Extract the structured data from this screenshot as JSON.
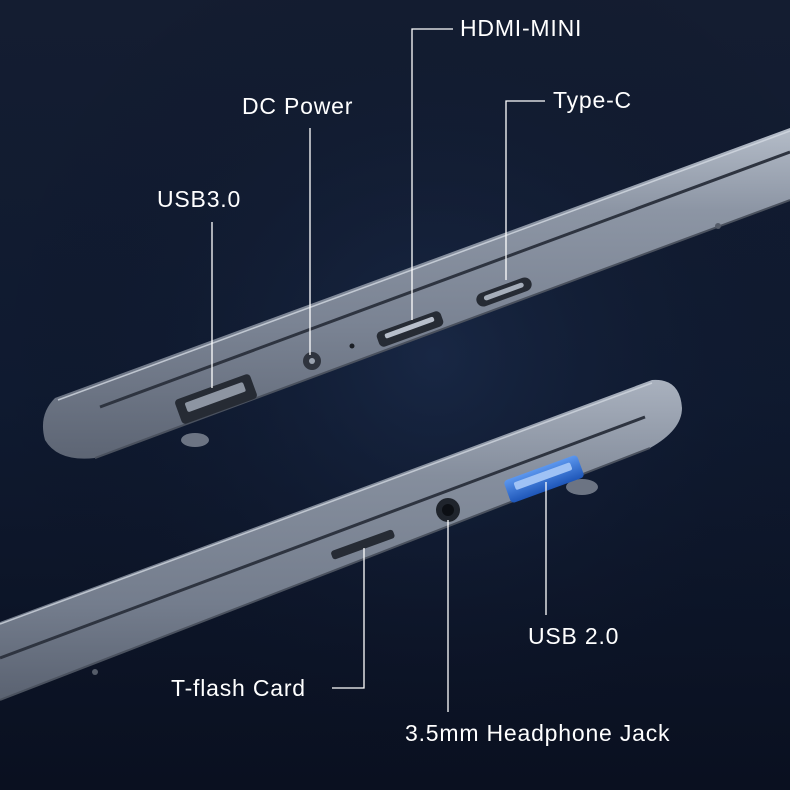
{
  "colors": {
    "background_top": "#121b2f",
    "background_bottom": "#0a1122",
    "laptop_body": "#7d8696",
    "laptop_edge": "#a8b0bd",
    "label_text": "#ffffff",
    "callout_line": "#ffffff",
    "usb3_port_blue": "#2f6fd6"
  },
  "labels": {
    "hdmi_mini": "HDMI-MINI",
    "dc_power": "DC Power",
    "type_c": "Type-C",
    "usb30": "USB3.0",
    "usb20": "USB 2.0",
    "tflash": "T-flash Card",
    "headphone": "3.5mm Headphone Jack"
  }
}
